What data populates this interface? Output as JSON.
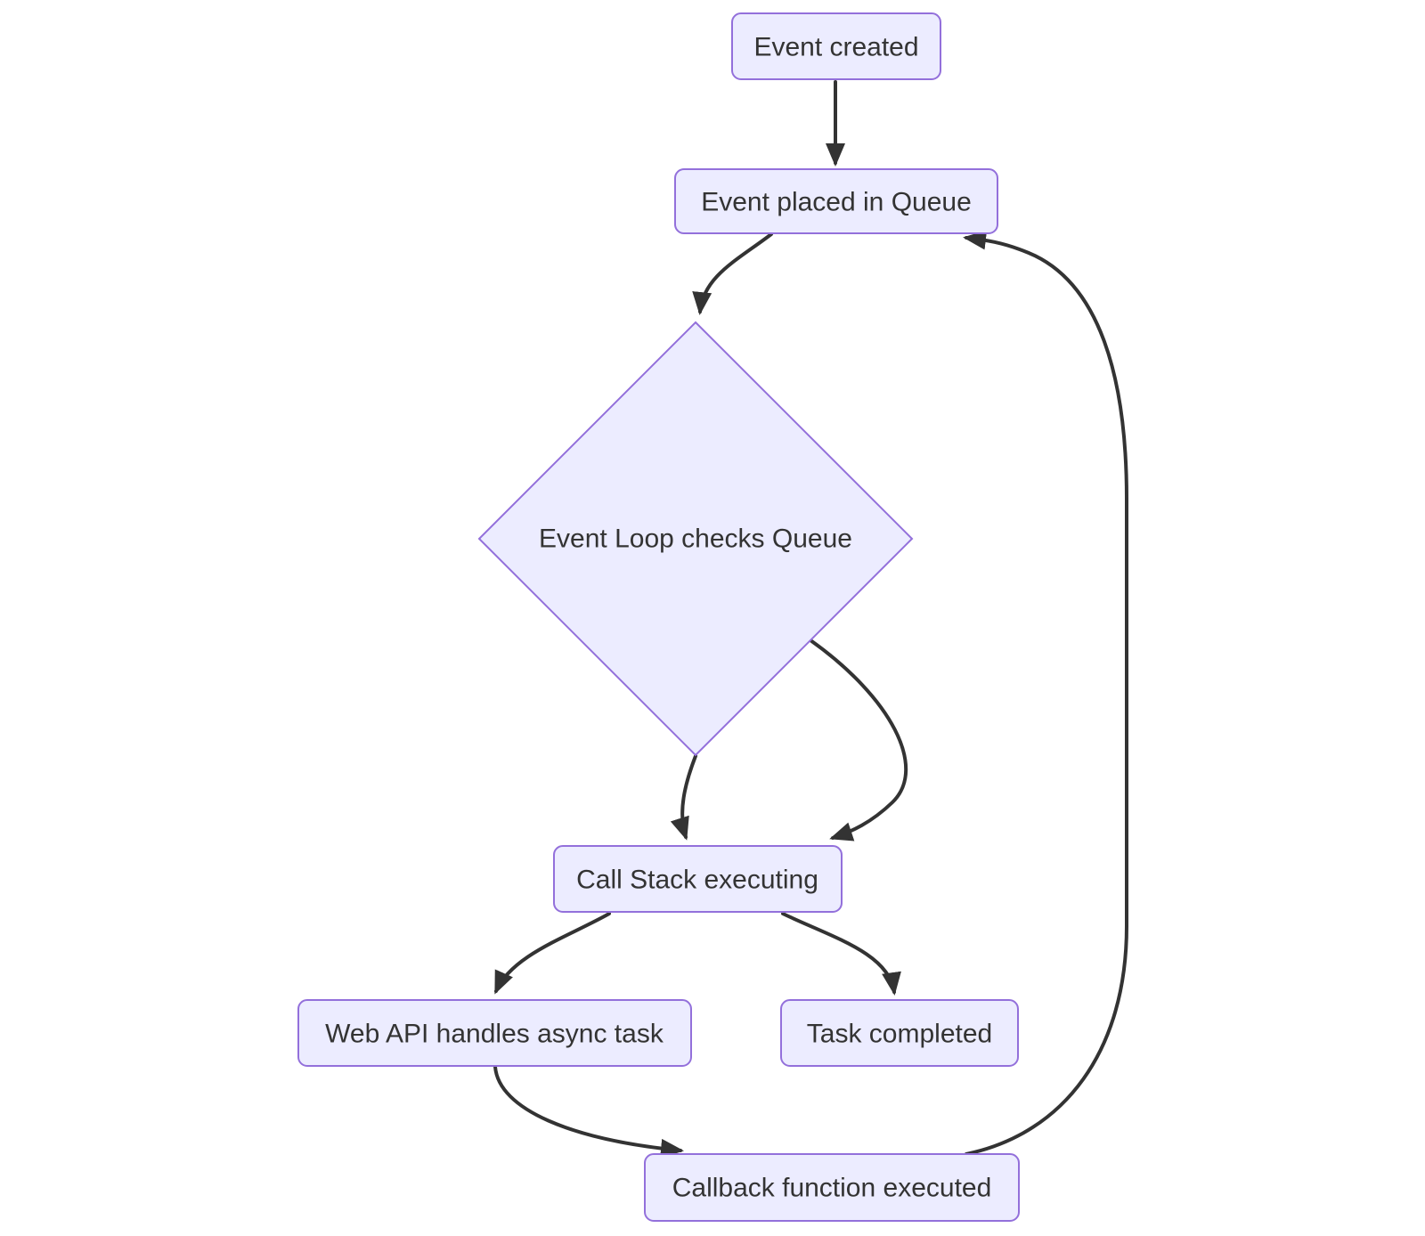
{
  "diagram": {
    "type": "flowchart",
    "direction": "top-down",
    "nodes": [
      {
        "id": "event_created",
        "label": "Event created",
        "shape": "rounded-rect"
      },
      {
        "id": "event_queue",
        "label": "Event placed in Queue",
        "shape": "rounded-rect"
      },
      {
        "id": "event_loop",
        "label": "Event Loop checks Queue",
        "shape": "diamond"
      },
      {
        "id": "call_stack",
        "label": "Call Stack executing",
        "shape": "rounded-rect"
      },
      {
        "id": "web_api",
        "label": "Web API handles async task",
        "shape": "rounded-rect"
      },
      {
        "id": "task_completed",
        "label": "Task completed",
        "shape": "rounded-rect"
      },
      {
        "id": "callback",
        "label": "Callback function executed",
        "shape": "rounded-rect"
      }
    ],
    "edges": [
      {
        "from": "event_created",
        "to": "event_queue"
      },
      {
        "from": "event_queue",
        "to": "event_loop"
      },
      {
        "from": "event_loop",
        "to": "call_stack"
      },
      {
        "from": "event_loop",
        "to": "call_stack"
      },
      {
        "from": "call_stack",
        "to": "web_api"
      },
      {
        "from": "call_stack",
        "to": "task_completed"
      },
      {
        "from": "web_api",
        "to": "callback"
      },
      {
        "from": "callback",
        "to": "event_queue"
      }
    ],
    "colors": {
      "node_fill": "#ECECFF",
      "node_border": "#9370DB",
      "edge": "#333333",
      "text": "#333333",
      "background": "#FFFFFF"
    }
  }
}
